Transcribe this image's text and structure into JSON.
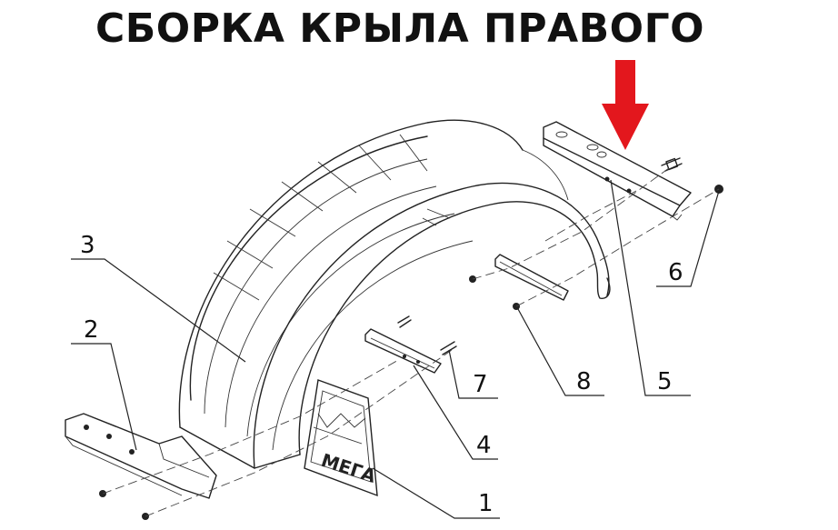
{
  "title": "СБОРКА КРЫЛА ПРАВОГО",
  "callouts": [
    {
      "id": "1",
      "label": "1"
    },
    {
      "id": "2",
      "label": "2"
    },
    {
      "id": "3",
      "label": "3"
    },
    {
      "id": "4",
      "label": "4"
    },
    {
      "id": "5",
      "label": "5"
    },
    {
      "id": "6",
      "label": "6"
    },
    {
      "id": "7",
      "label": "7"
    },
    {
      "id": "8",
      "label": "8"
    }
  ],
  "mudflap_logo_text": "МЕГА",
  "arrow_color": "#e3171d",
  "icons": [
    "red-down-arrow-icon"
  ]
}
